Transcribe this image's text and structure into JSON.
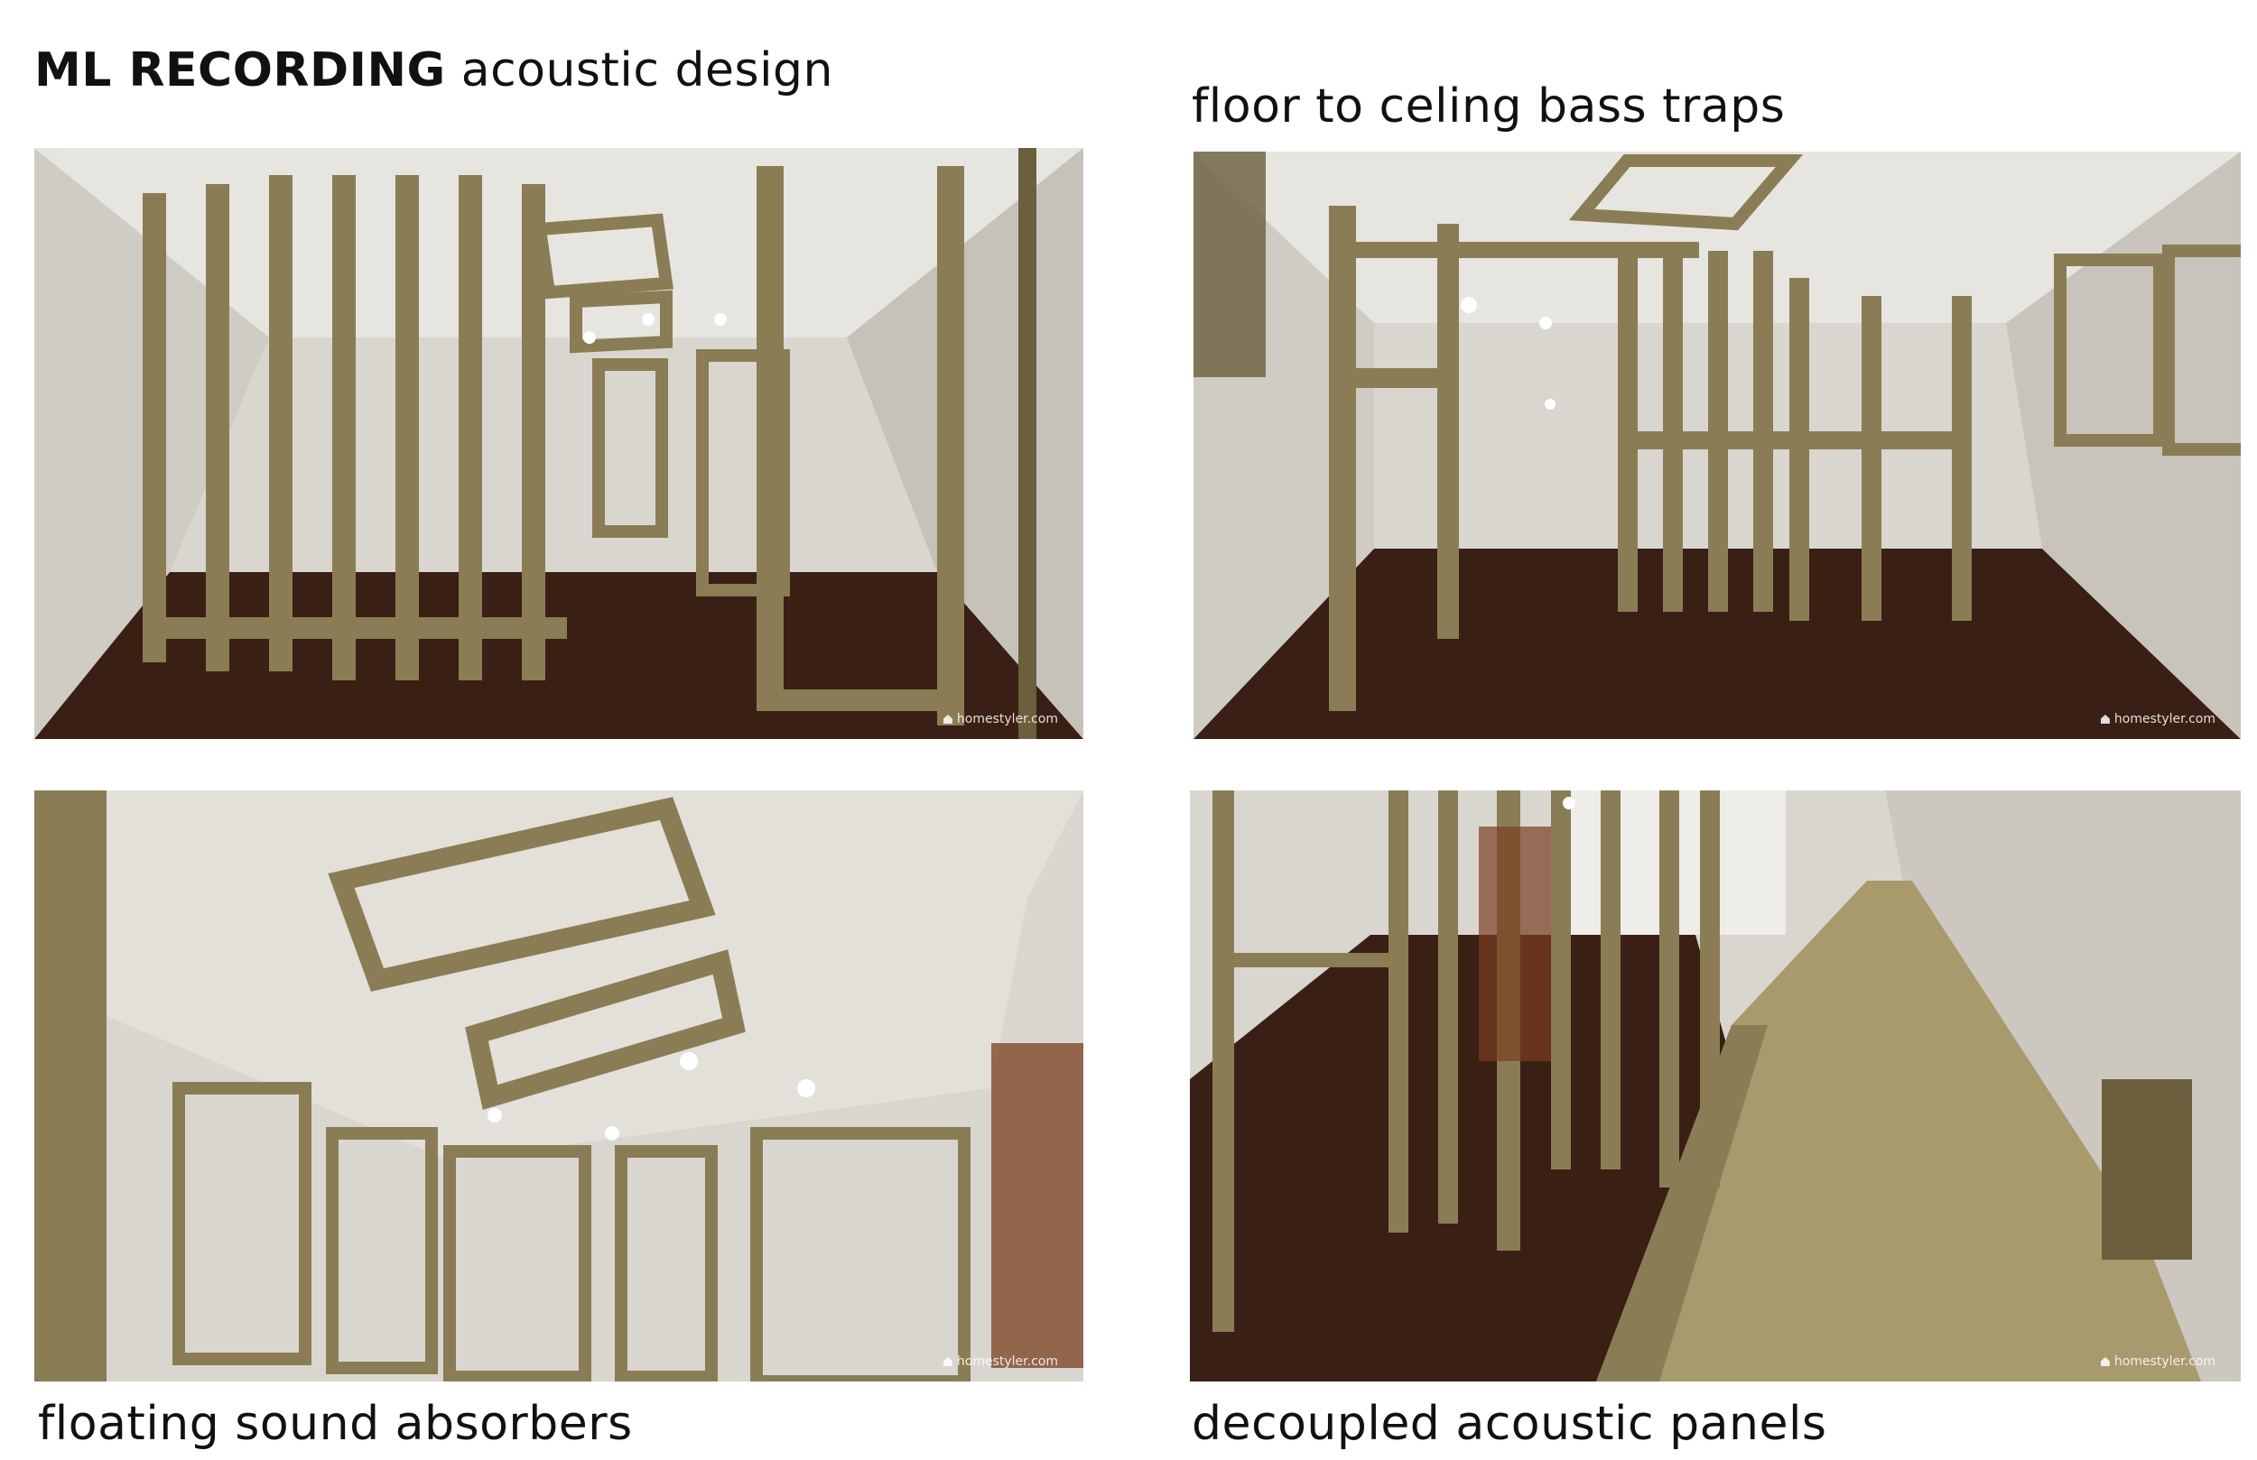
{
  "header": {
    "title_bold": "ML RECORDING",
    "title_rest": "acoustic design"
  },
  "panels": [
    {
      "caption": "",
      "watermark": "homestyler.com"
    },
    {
      "caption": "floor to celing bass traps",
      "watermark": "homestyler.com"
    },
    {
      "caption": "floating sound absorbers",
      "watermark": "homestyler.com"
    },
    {
      "caption": "decoupled acoustic panels",
      "watermark": "homestyler.com"
    }
  ],
  "colors": {
    "wall": "#d9d6cf",
    "ceiling": "#e7e5e0",
    "floor": "#3a1f14",
    "wood": "#8a7d55",
    "wood_dark": "#6b5f3e"
  }
}
